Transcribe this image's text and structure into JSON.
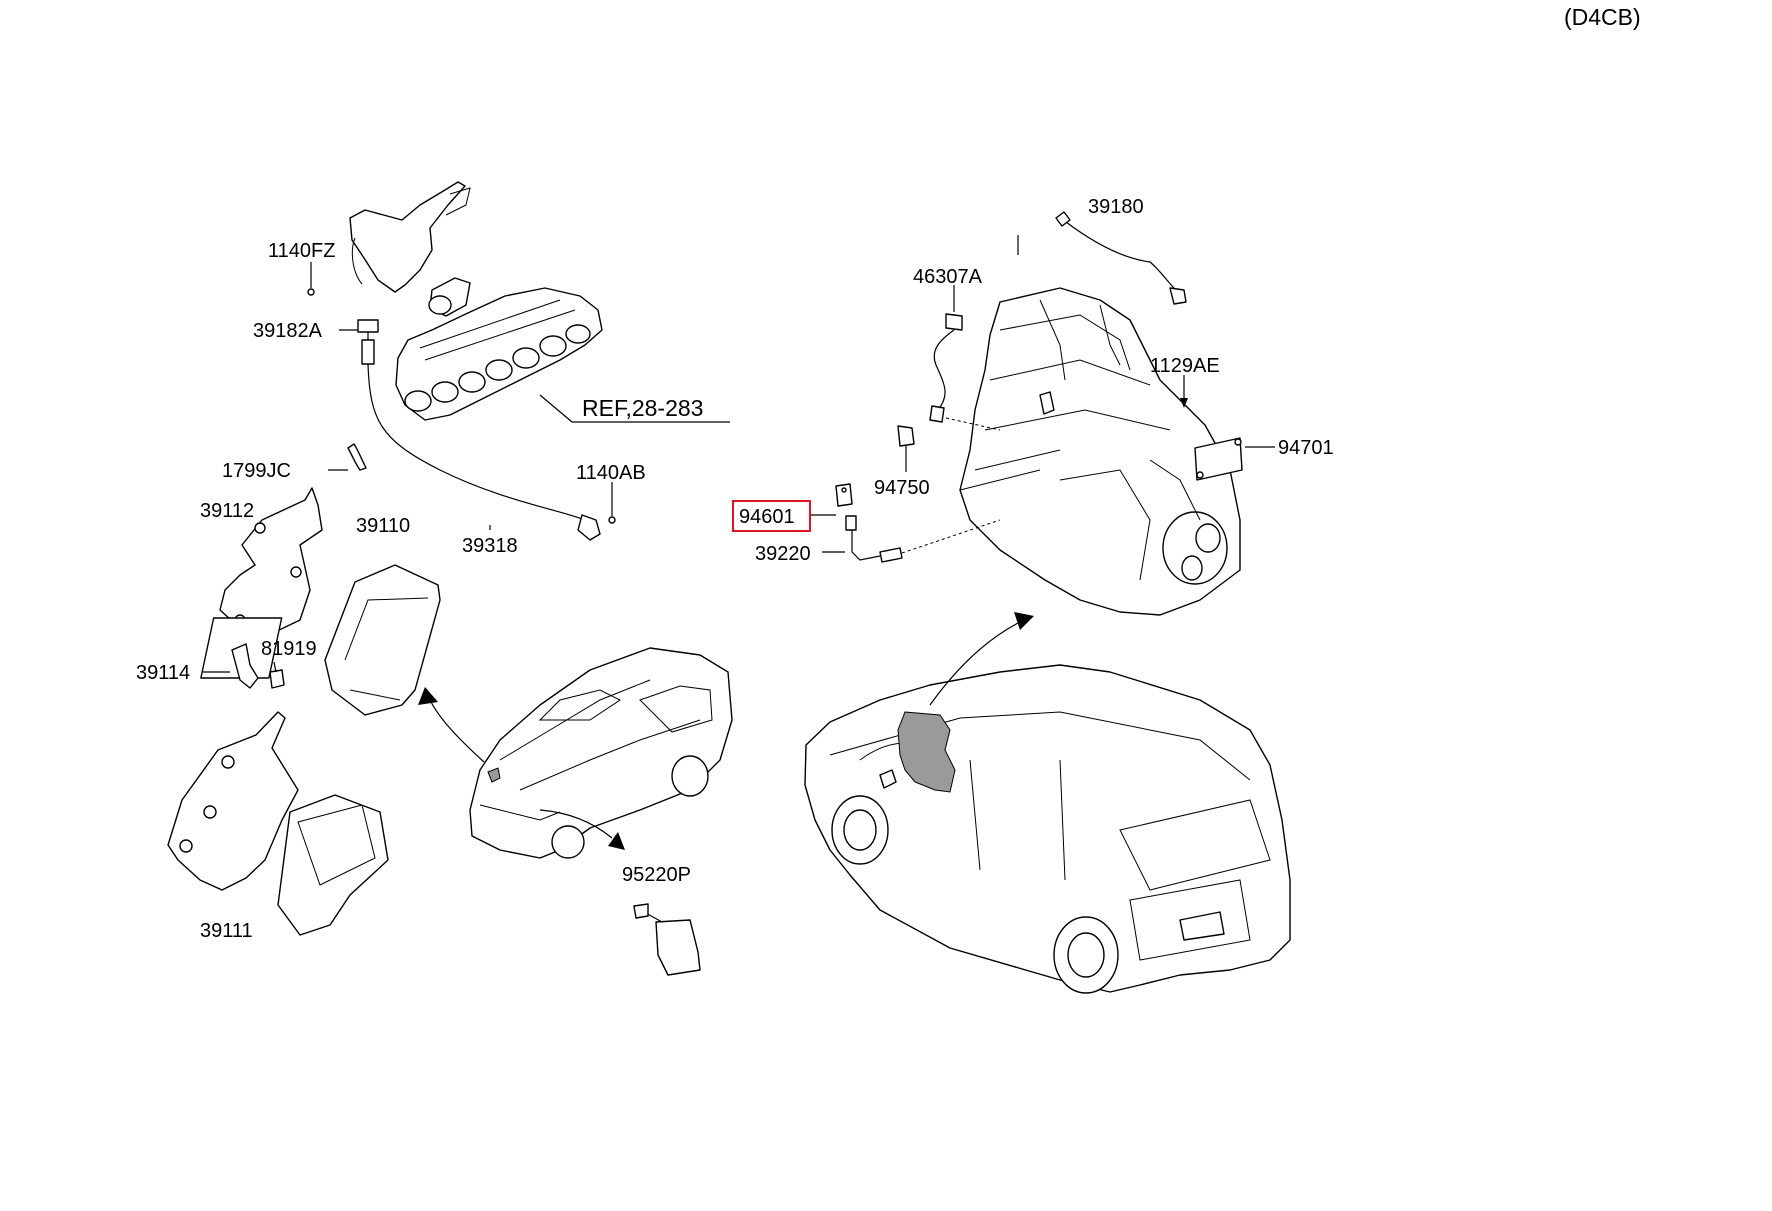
{
  "diagram": {
    "engine_code": "(D4CB)",
    "highlight_color": "#e0141e",
    "callouts": {
      "c1140FZ": "1140FZ",
      "c39182A": "39182A",
      "cREF": "REF,28-283",
      "c1799JC": "1799JC",
      "c1140AB": "1140AB",
      "c39112": "39112",
      "c39110": "39110",
      "c39318": "39318",
      "c81919": "81919",
      "c39114": "39114",
      "c39111": "39111",
      "c95220P": "95220P",
      "c39180": "39180",
      "c46307A": "46307A",
      "c1129AE": "1129AE",
      "c94701": "94701",
      "c94750": "94750",
      "c94601": "94601",
      "c39220": "39220"
    }
  }
}
